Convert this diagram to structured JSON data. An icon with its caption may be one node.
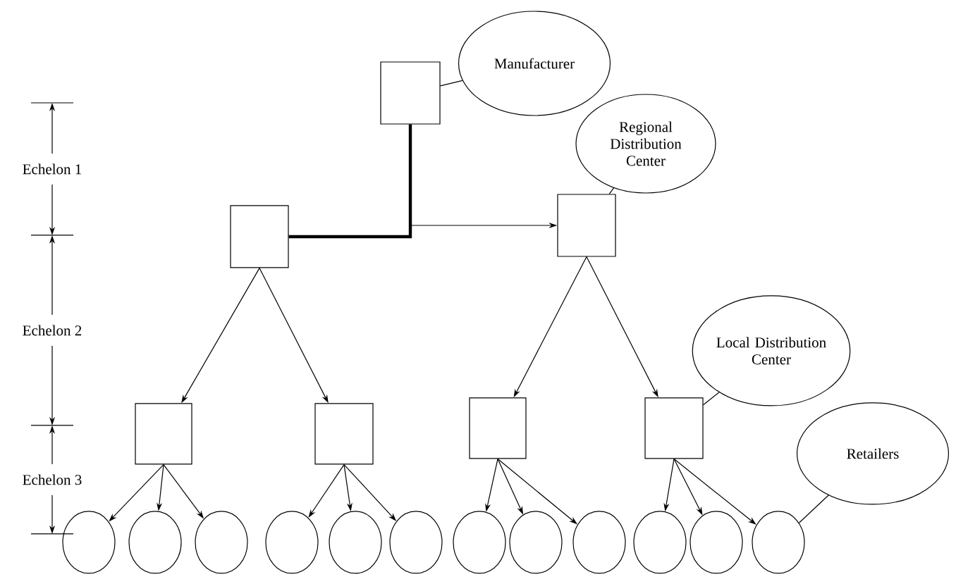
{
  "diagram": {
    "nodes": [
      {
        "text": [],
        "shape": "box"
      },
      {
        "text": [
          "Manufacturer"
        ]
      },
      {
        "text": [
          "Regional Distribution Center"
        ]
      },
      {
        "text": [],
        "shape": "box"
      },
      {
        "text": [],
        "shape": "box"
      },
      {
        "text": [
          "Local Distribution Center"
        ]
      },
      {
        "text": [],
        "shape": "box"
      },
      {
        "text": [],
        "shape": "box"
      },
      {
        "text": [],
        "shape": "box"
      },
      {
        "text": [],
        "shape": "box"
      },
      {
        "text": [
          "Retailers"
        ]
      },
      {
        "text": [],
        "shape": "circle"
      },
      {
        "text": [],
        "shape": "circle"
      },
      {
        "text": [],
        "shape": "circle"
      },
      {
        "text": [],
        "shape": "circle"
      },
      {
        "text": [],
        "shape": "circle"
      },
      {
        "text": [],
        "shape": "circle"
      },
      {
        "text": [],
        "shape": "circle"
      },
      {
        "text": [],
        "shape": "circle"
      },
      {
        "text": [],
        "shape": "circle"
      },
      {
        "text": [],
        "shape": "circle"
      },
      {
        "text": [],
        "shape": "circle"
      },
      {
        "text": [],
        "shape": "circle"
      }
    ],
    "edges": [
      {
        "from": 0,
        "to": 3,
        "arrow": "none",
        "style": "thick"
      },
      {
        "from": 0,
        "to": 4,
        "arrow": "to"
      },
      {
        "from": 1,
        "to": 0,
        "arrow": "none"
      },
      {
        "from": 2,
        "to": 4,
        "arrow": "none"
      },
      {
        "from": 3,
        "to": 6,
        "arrow": "to"
      },
      {
        "from": 3,
        "to": 7,
        "arrow": "to"
      },
      {
        "from": 4,
        "to": 8,
        "arrow": "to"
      },
      {
        "from": 4,
        "to": 9,
        "arrow": "to"
      },
      {
        "from": 5,
        "to": 9,
        "arrow": "none"
      },
      {
        "from": 6,
        "to": 11,
        "arrow": "to"
      },
      {
        "from": 6,
        "to": 12,
        "arrow": "to"
      },
      {
        "from": 6,
        "to": 13,
        "arrow": "to"
      },
      {
        "from": 7,
        "to": 14,
        "arrow": "to"
      },
      {
        "from": 7,
        "to": 15,
        "arrow": "to"
      },
      {
        "from": 7,
        "to": 16,
        "arrow": "to"
      },
      {
        "from": 8,
        "to": 17,
        "arrow": "to"
      },
      {
        "from": 8,
        "to": 18,
        "arrow": "to"
      },
      {
        "from": 8,
        "to": 19,
        "arrow": "to"
      },
      {
        "from": 9,
        "to": 20,
        "arrow": "to"
      },
      {
        "from": 9,
        "to": 21,
        "arrow": "to"
      },
      {
        "from": 9,
        "to": 22,
        "arrow": "to"
      },
      {
        "from": 10,
        "to": 22,
        "arrow": "none"
      }
    ],
    "labels": [
      "Echelon 1",
      "Echelon 2",
      "Echelon 3"
    ]
  }
}
